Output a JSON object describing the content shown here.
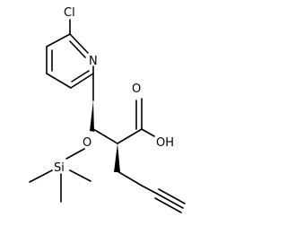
{
  "molecule": {
    "atom_labels": {
      "chlorine": "Cl",
      "ring_nitrogen": "N",
      "carbonyl_oxygen": "O",
      "hydroxyl": "OH",
      "ether_oxygen": "O",
      "silicon": "Si"
    },
    "colors": {
      "bond": "#000000",
      "label": "#000000",
      "background": "#ffffff"
    }
  }
}
